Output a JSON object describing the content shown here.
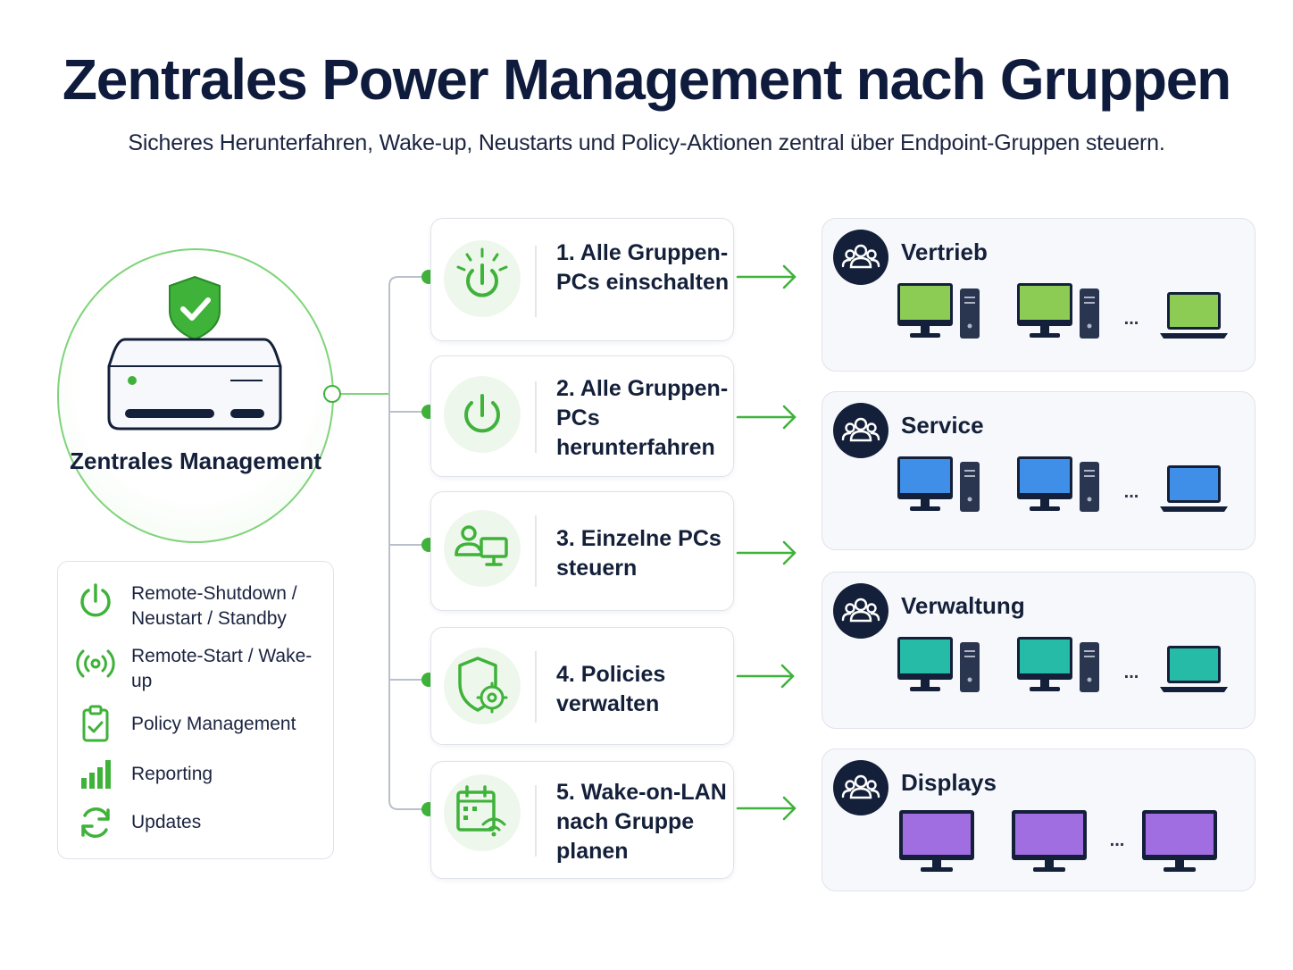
{
  "header": {
    "title": "Zentrales Power Management nach Gruppen",
    "subtitle": "Sicheres Herunterfahren, Wake-up, Neustarts und Policy-Aktionen zentral über Endpoint-Gruppen steuern."
  },
  "hub": {
    "label": "Zentrales Management",
    "icon": "server-shield-icon"
  },
  "features": [
    {
      "icon": "power-icon",
      "label": "Remote-Shutdown / Neustart / Standby"
    },
    {
      "icon": "broadcast-icon",
      "label": "Remote-Start / Wake-up"
    },
    {
      "icon": "clipboard-check-icon",
      "label": "Policy Management"
    },
    {
      "icon": "bar-chart-icon",
      "label": "Reporting"
    },
    {
      "icon": "refresh-icon",
      "label": "Updates"
    }
  ],
  "actions": [
    {
      "icon": "power-on-icon",
      "label": "1. Alle Gruppen-PCs einschalten"
    },
    {
      "icon": "power-off-icon",
      "label": "2. Alle Gruppen-PCs herunterfahren"
    },
    {
      "icon": "user-computer-icon",
      "label": "3. Einzelne PCs steuern"
    },
    {
      "icon": "shield-gear-icon",
      "label": "4. Policies verwalten"
    },
    {
      "icon": "calendar-wifi-icon",
      "label": "5. Wake-on-LAN nach Gruppe planen"
    }
  ],
  "groups": [
    {
      "name": "Vertrieb",
      "color": "#8ccc55",
      "devices": "desktop-desktop-laptop"
    },
    {
      "name": "Service",
      "color": "#3f8fe8",
      "devices": "desktop-desktop-laptop"
    },
    {
      "name": "Verwaltung",
      "color": "#26bba6",
      "devices": "desktop-desktop-laptop"
    },
    {
      "name": "Displays",
      "color": "#a06ee0",
      "devices": "monitor-monitor-monitor"
    }
  ],
  "ellipsis": "...",
  "colors": {
    "accent_green": "#3fb23a",
    "navy": "#14203a",
    "border": "#dfe3ea"
  }
}
